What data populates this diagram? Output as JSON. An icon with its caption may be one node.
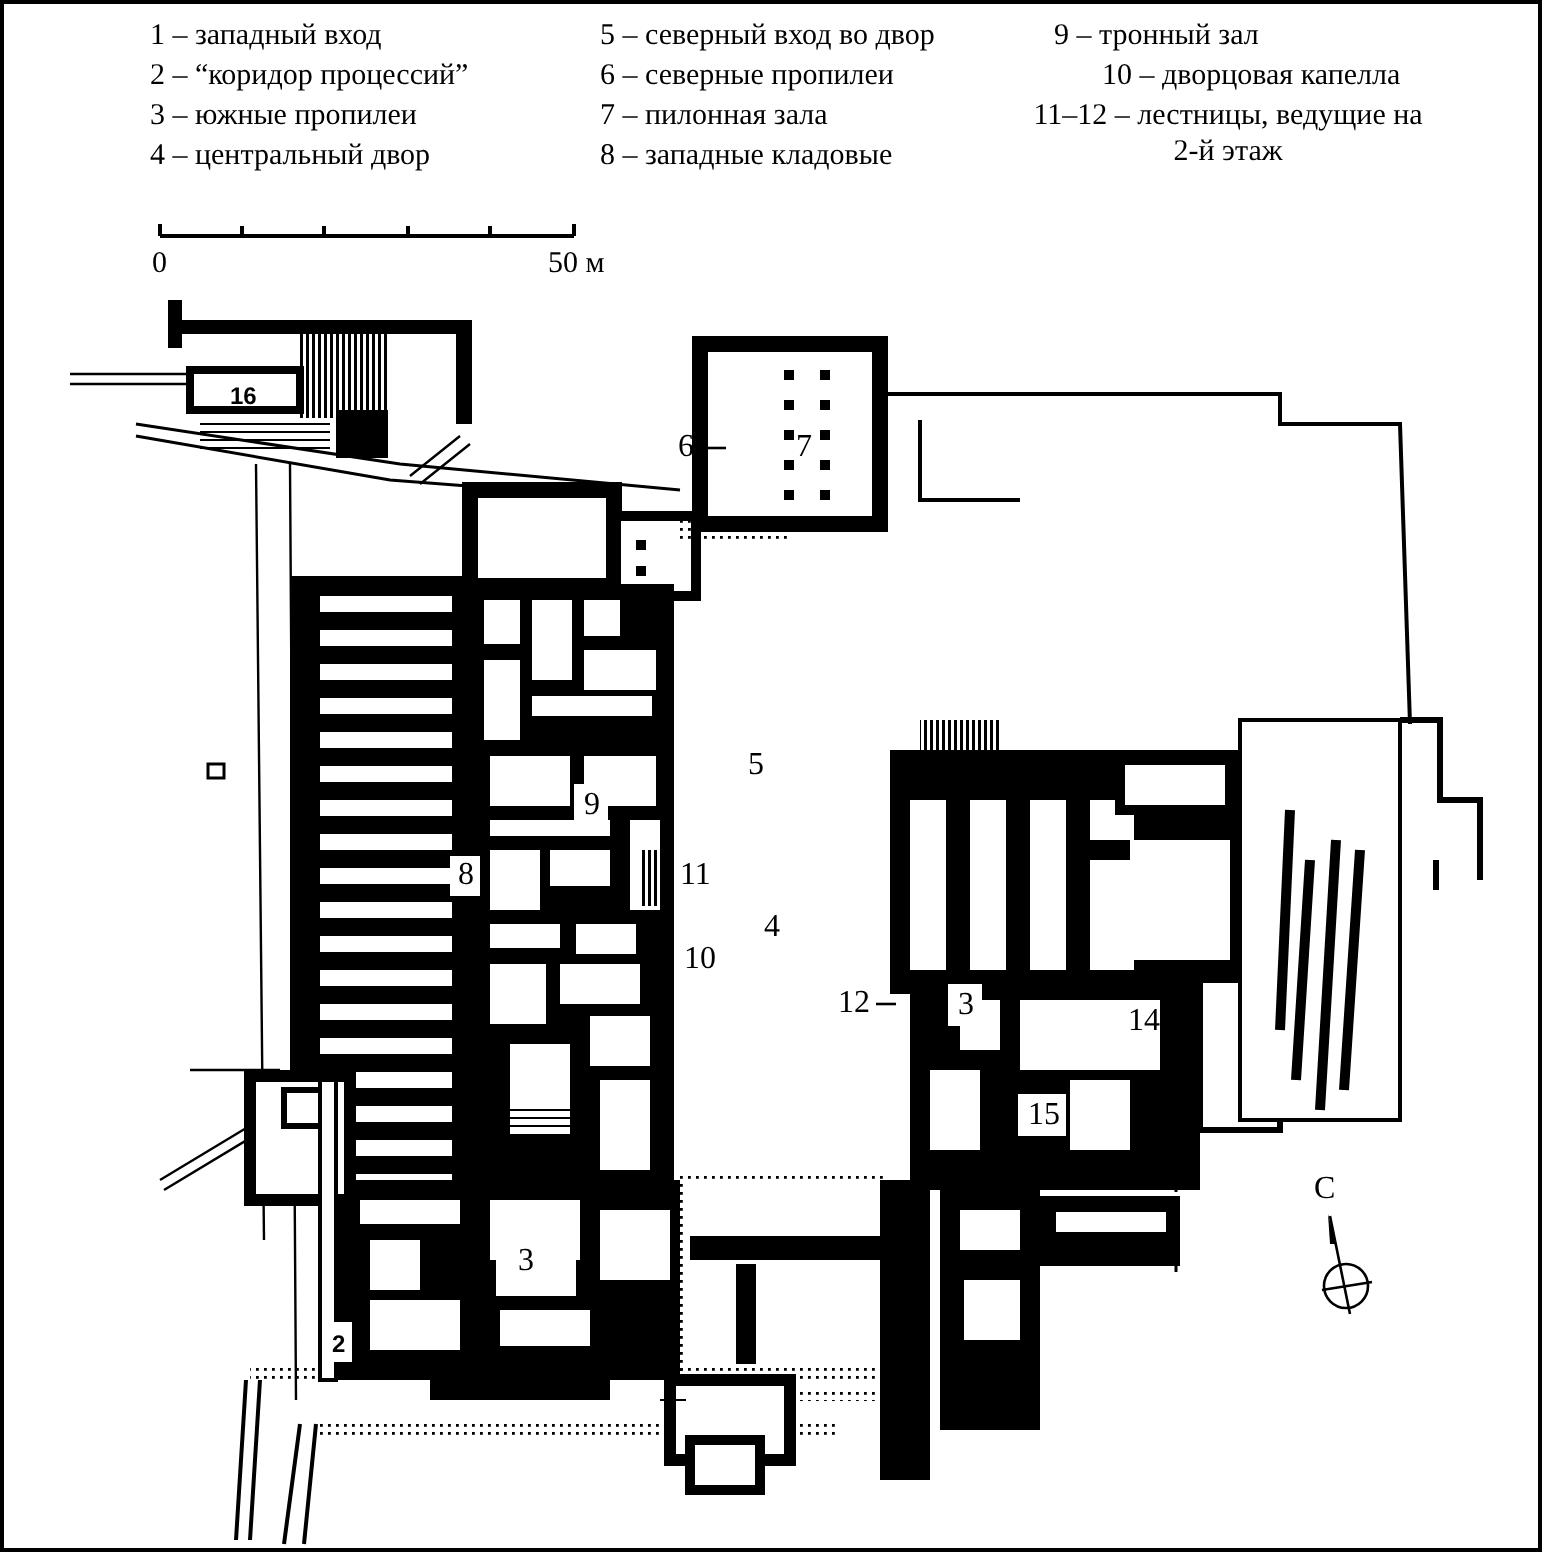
{
  "diagram": {
    "nodes": [
      {
        "text": [
          "6"
        ]
      },
      {
        "text": [
          "12"
        ]
      }
    ],
    "edges": [
      {
        "from": 0,
        "to": null,
        "arrow": "none"
      },
      {
        "from": 1,
        "to": null,
        "arrow": "none"
      }
    ],
    "labels": [
      "1 – западный вход",
      "5 – северный вход во двор",
      "9 – тронный зал",
      "2 – “коридор процессий”",
      "6 – северные пропилеи",
      "10 – дворцовая капелла",
      "3 – южные пропилеи",
      "7 – пилонная зала",
      "11–12 – лестницы, ведущие на 2-й этаж",
      "4 – центральный двор",
      "8 – западные кладовые",
      "0",
      "50 м",
      "16",
      "7",
      "5",
      "9",
      "8",
      "11",
      "4",
      "10",
      "3",
      "14",
      "15",
      "3",
      "2",
      "С"
    ]
  }
}
